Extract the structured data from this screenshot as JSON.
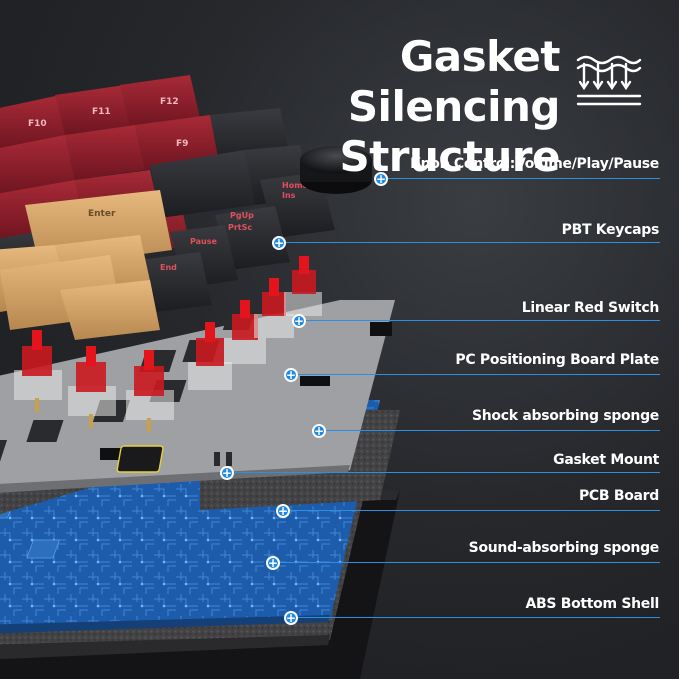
{
  "title": {
    "line1": "Gasket Silencing",
    "line2": "Structure"
  },
  "title_icon": "gasket-cushion-icon",
  "keycap_legends": [
    "F11",
    "F12",
    "F10",
    "F9",
    "Enter",
    "Home",
    "Ins",
    "PgUp",
    "PrtSc",
    "Pause",
    "End"
  ],
  "labels": {
    "knob": "Knob Control:Volume/Play/Pause",
    "keycaps": "PBT Keycaps",
    "switch": "Linear Red Switch",
    "plate": "PC Positioning Board Plate",
    "shock_sponge": "Shock absorbing sponge",
    "gasket": "Gasket Mount",
    "pcb": "PCB Board",
    "sound_sponge": "Sound-absorbing sponge",
    "shell": "ABS Bottom Shell"
  },
  "colors": {
    "accent_line": "#2d8fe0",
    "marker": "#1e88e5",
    "keycap_red": "#8e1f2c",
    "keycap_black": "#2b2c30",
    "keycap_beige": "#d9a66b",
    "switch_red": "#d3121a",
    "plate": "#9a9ca0",
    "pcb": "#1d5aa8",
    "sponge": "#4a4a4c"
  }
}
